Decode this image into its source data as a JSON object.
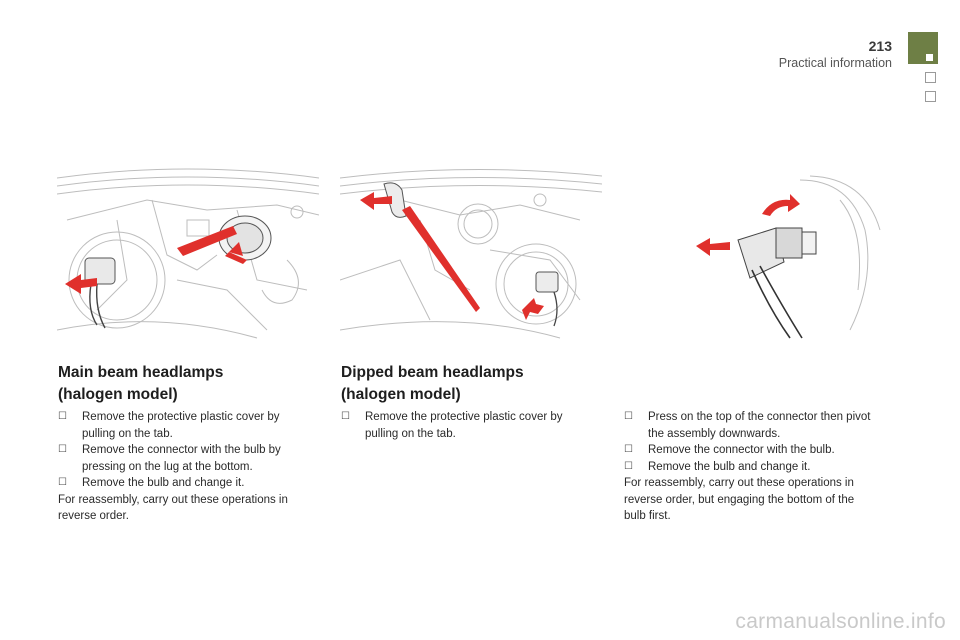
{
  "header": {
    "page_number": "213",
    "section_title": "Practical information"
  },
  "colors": {
    "accent": "#6e7f45",
    "arrow_red": "#e0302c"
  },
  "icons": {
    "bullet": "checkbox-bullet-icon"
  },
  "left": {
    "heading_line1": "Main beam headlamps",
    "heading_line2": "(halogen model)",
    "steps": [
      "Remove the protective plastic cover by pulling on the tab.",
      "Remove the connector with the bulb by pressing on the lug at the bottom.",
      "Remove the bulb and change it."
    ],
    "note": "For reassembly, carry out these operations in reverse order."
  },
  "middle": {
    "heading_line1": "Dipped beam headlamps",
    "heading_line2": "(halogen model)",
    "steps": [
      "Remove the protective plastic cover by pulling on the tab."
    ]
  },
  "right": {
    "steps": [
      "Press on the top of the connector then pivot the assembly downwards.",
      "Remove the connector with the bulb.",
      "Remove the bulb and change it."
    ],
    "note": "For reassembly, carry out these operations in reverse order, but engaging the bottom of the bulb first."
  },
  "watermark": "carmanualsonline.info"
}
